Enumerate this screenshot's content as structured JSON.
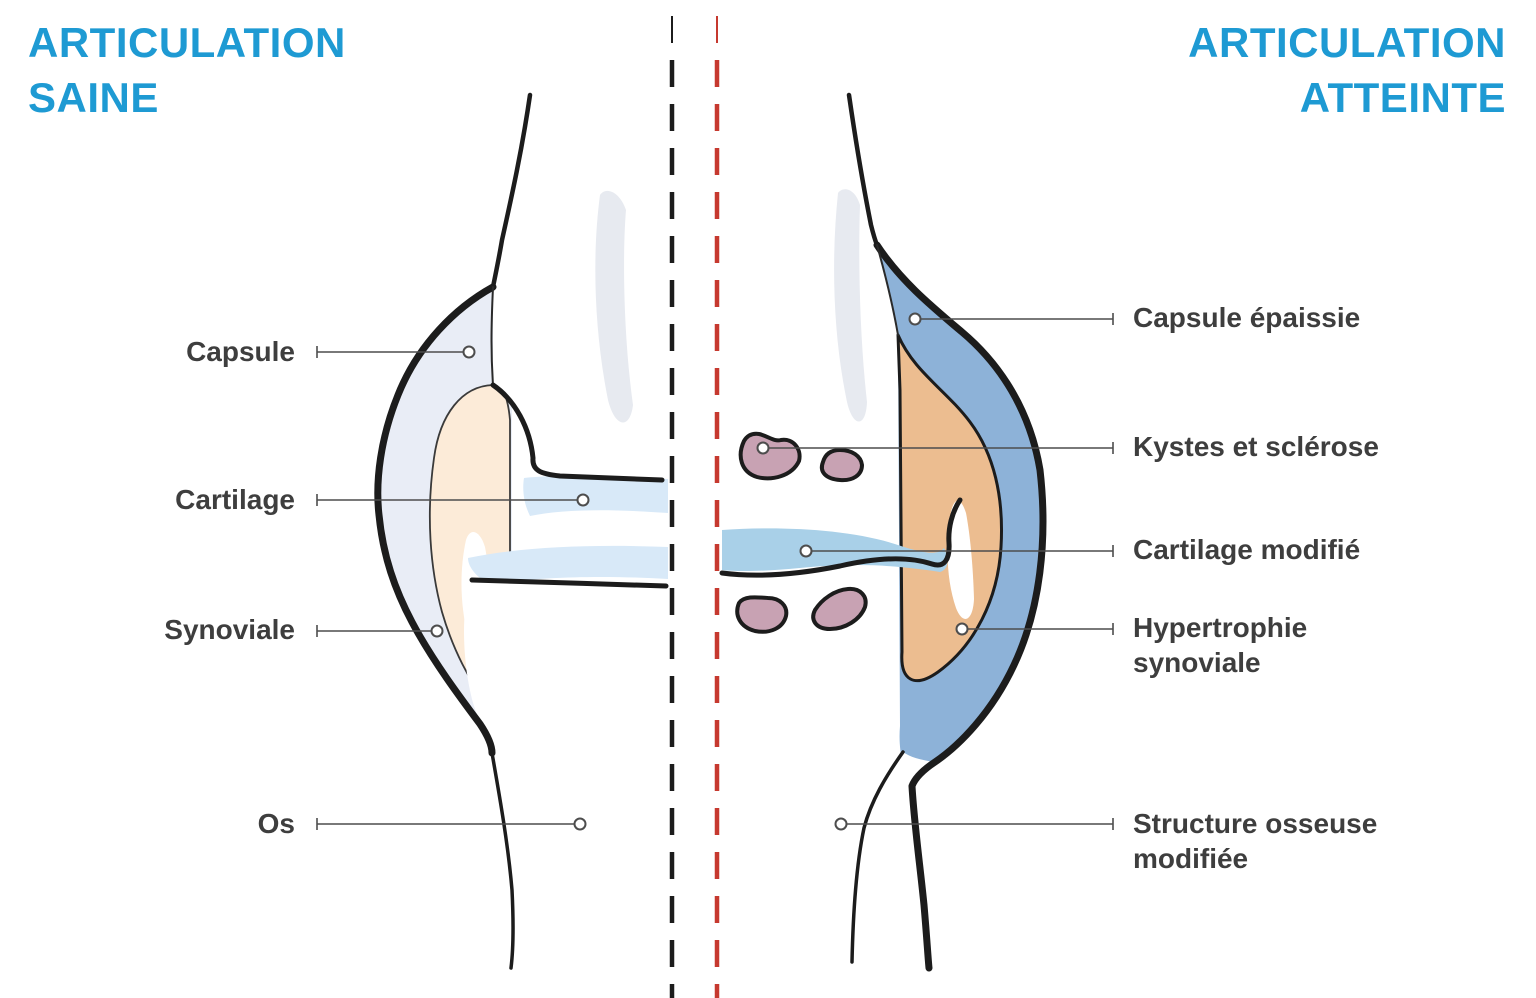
{
  "titles": {
    "healthy": "ARTICULATION SAINE",
    "affected": "ARTICULATION ATTEINTE"
  },
  "labels": {
    "healthy": [
      {
        "text": "Capsule"
      },
      {
        "text": "Cartilage"
      },
      {
        "text": "Synoviale"
      },
      {
        "text": "Os"
      }
    ],
    "affected": [
      {
        "text": "Capsule épaissie"
      },
      {
        "text": "Kystes et sclérose"
      },
      {
        "text": "Cartilage modifié"
      },
      {
        "text": "Hypertrophie synoviale"
      },
      {
        "text": "Structure osseuse modifiée"
      }
    ]
  },
  "colors": {
    "title_blue": "#1e9ad3",
    "label_dark": "#3e3e3e",
    "outline_black": "#1c1c1c",
    "leader_gray": "#4d4d4d",
    "midline_black": "#1c1c1c",
    "midline_red": "#c6392f",
    "capsule_healthy": "#e9edf6",
    "synovium_healthy": "#fcebd8",
    "cartilage_healthy": "#d8e9f8",
    "bone_shadow": "#e7eaf0",
    "bone_white": "#ffffff",
    "capsule_affected": "#8db2d8",
    "synovium_affected": "#ecbd90",
    "cartilage_affected": "#a9d0e8",
    "cyst": "#c8a2b3"
  }
}
